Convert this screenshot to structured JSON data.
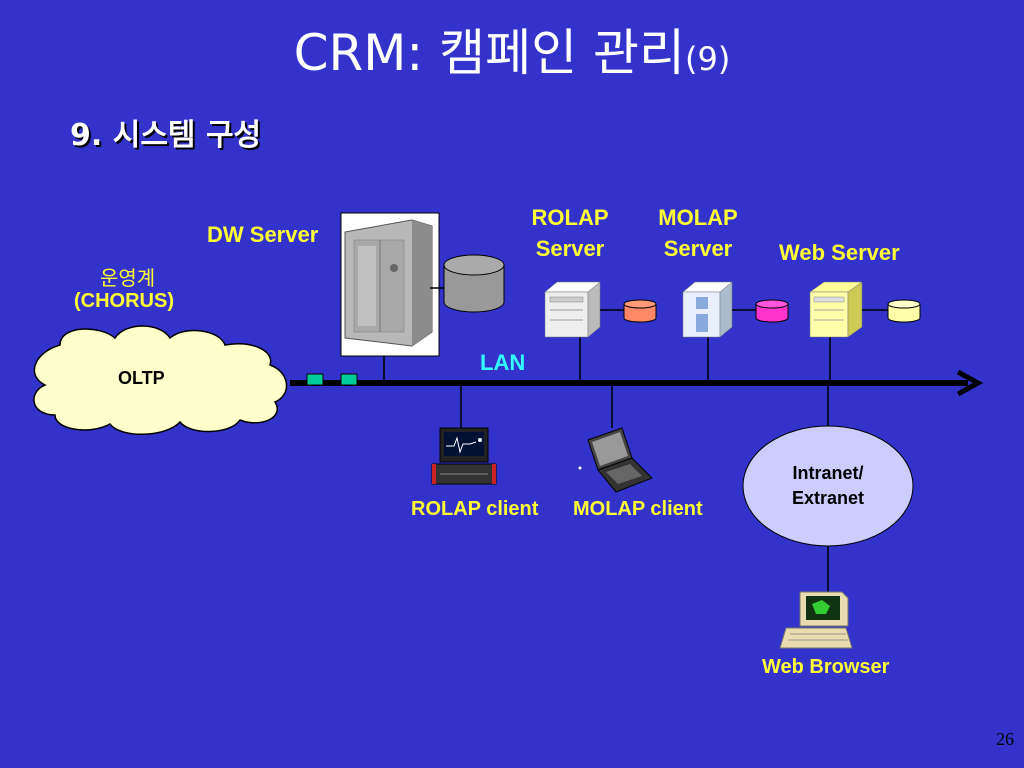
{
  "slide": {
    "title_main": "CRM: 캠페인 관리",
    "title_suffix": "(9)",
    "subtitle": "9. 시스템 구성",
    "page_number": "26"
  },
  "diagram": {
    "oltp": {
      "group_label": "운영계",
      "group_sublabel": "(CHORUS)",
      "cloud_label": "OLTP"
    },
    "network_label": "LAN",
    "servers": {
      "dw": "DW Server",
      "rolap_line1": "ROLAP",
      "rolap_line2": "Server",
      "molap_line1": "MOLAP",
      "molap_line2": "Server",
      "web": "Web Server"
    },
    "clients": {
      "rolap": "ROLAP client",
      "molap": "MOLAP client"
    },
    "intranet_line1": "Intranet/",
    "intranet_line2": "Extranet",
    "browser": "Web Browser"
  },
  "colors": {
    "background": "#3333cc",
    "label": "#ffff33",
    "lan_label": "#33ffff",
    "cloud": "#ffffcc",
    "rolap_db": "#ff8866",
    "molap_db": "#ff33cc",
    "web_db": "#ffffaa",
    "intranet": "#ccccff"
  }
}
